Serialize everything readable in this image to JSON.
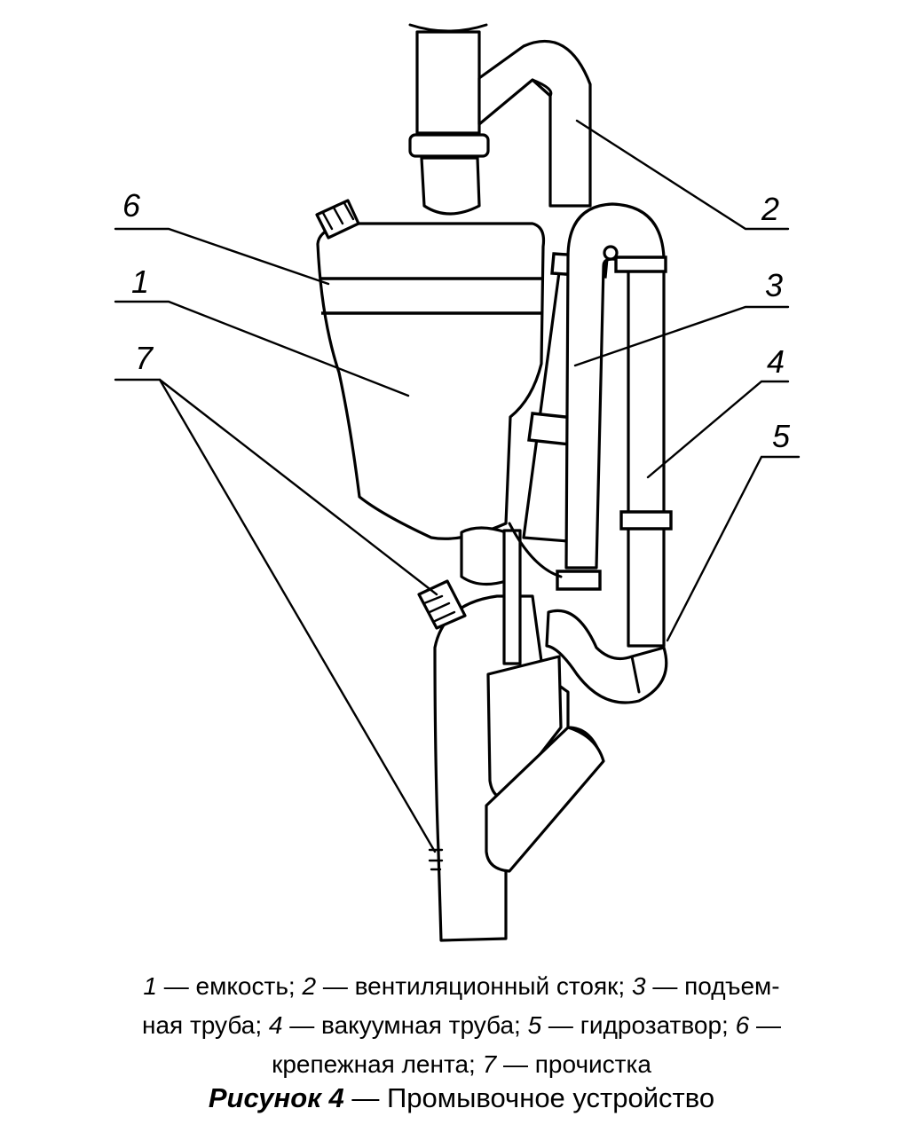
{
  "figure": {
    "label_numbers": [
      "1",
      "2",
      "3",
      "4",
      "5",
      "6",
      "7"
    ],
    "legend": [
      {
        "num": "1",
        "text": " — емкость; "
      },
      {
        "num": "2",
        "text": " — вентиляционный стояк; "
      },
      {
        "num": "3",
        "text": " — подъем-"
      },
      {
        "num": "",
        "text": "ная труба; "
      },
      {
        "num": "4",
        "text": " — вакуумная труба; "
      },
      {
        "num": "5",
        "text": " — гидрозатвор; "
      },
      {
        "num": "6",
        "text": " —"
      },
      {
        "num": "",
        "text": "крепежная лента; "
      },
      {
        "num": "7",
        "text": " — прочистка"
      }
    ],
    "title_prefix": "Рисунок 4",
    "title_rest": " — Промывочное устройство"
  }
}
